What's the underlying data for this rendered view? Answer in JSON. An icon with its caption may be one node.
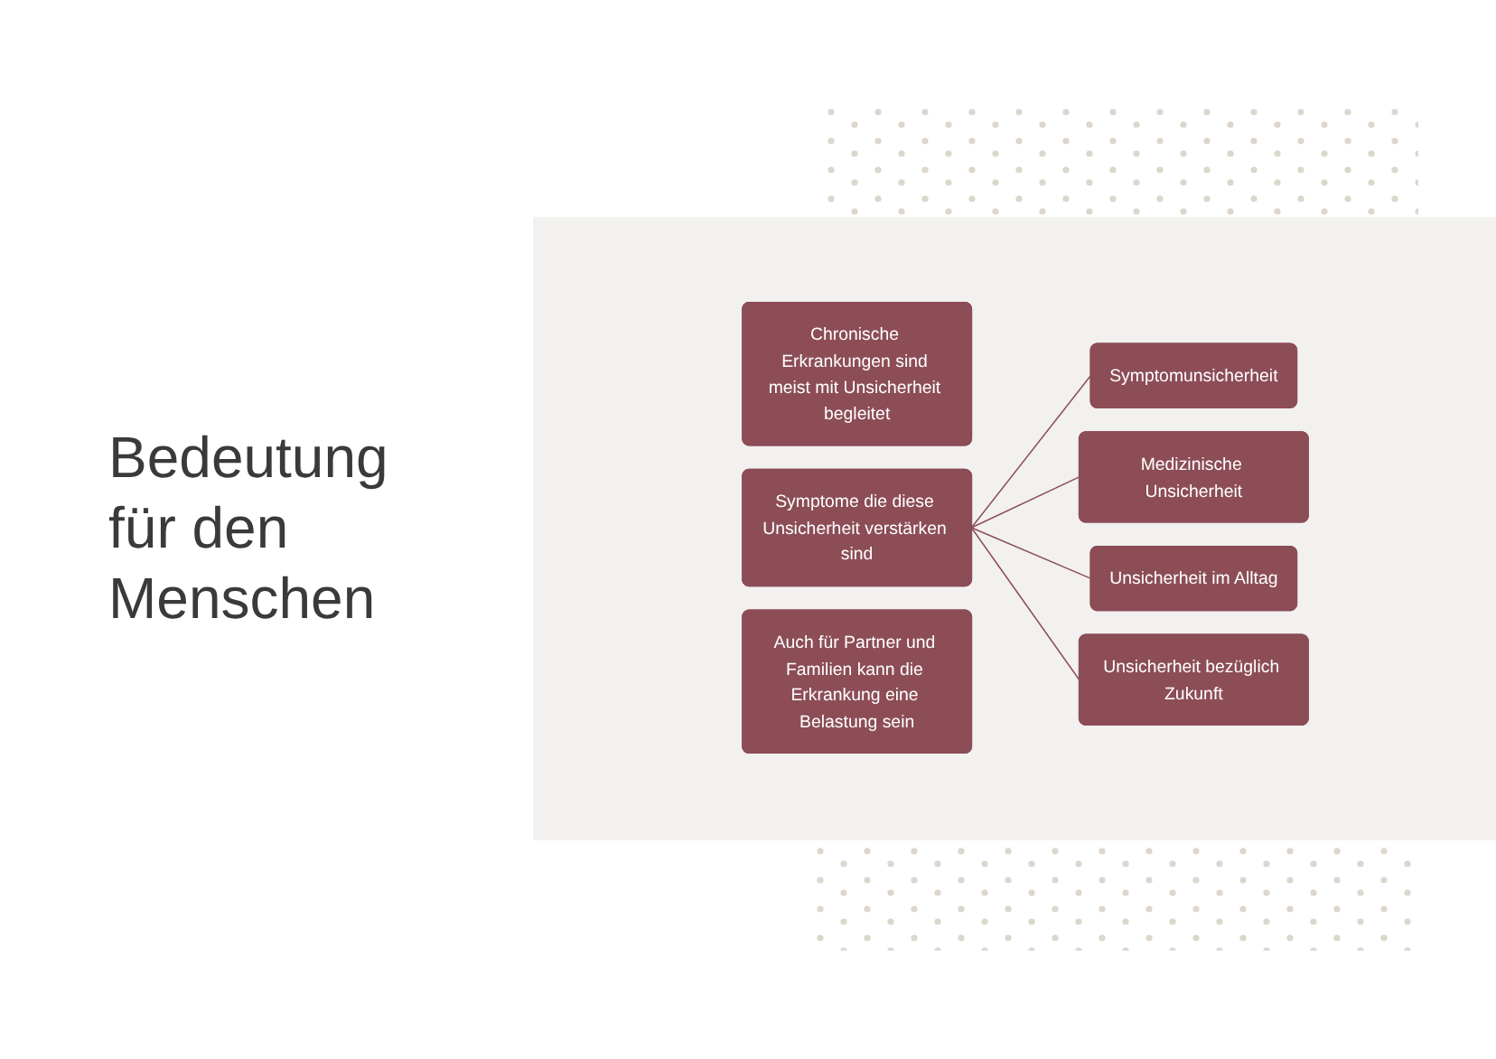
{
  "diagram": {
    "title": "Bedeutung für den Menschen",
    "nodes": [
      {
        "text": [
          "Chronische Erkrankungen sind meist mit Unsicherheit begleitet"
        ]
      },
      {
        "text": [
          "Symptome die diese Unsicherheit verstärken sind"
        ]
      },
      {
        "text": [
          "Auch für Partner und Familien kann die Erkrankung eine Belastung sein"
        ]
      },
      {
        "text": [
          "Symptomunsicherheit"
        ]
      },
      {
        "text": [
          "Medizinische Unsicherheit"
        ]
      },
      {
        "text": [
          "Unsicherheit im Alltag"
        ]
      },
      {
        "text": [
          "Unsicherheit bezüglich Zukunft"
        ]
      }
    ],
    "edges": [
      {
        "from": 1,
        "to": 3,
        "arrow": "none"
      },
      {
        "from": 1,
        "to": 4,
        "arrow": "none"
      },
      {
        "from": 1,
        "to": 5,
        "arrow": "none"
      },
      {
        "from": 1,
        "to": 6,
        "arrow": "none"
      }
    ]
  }
}
